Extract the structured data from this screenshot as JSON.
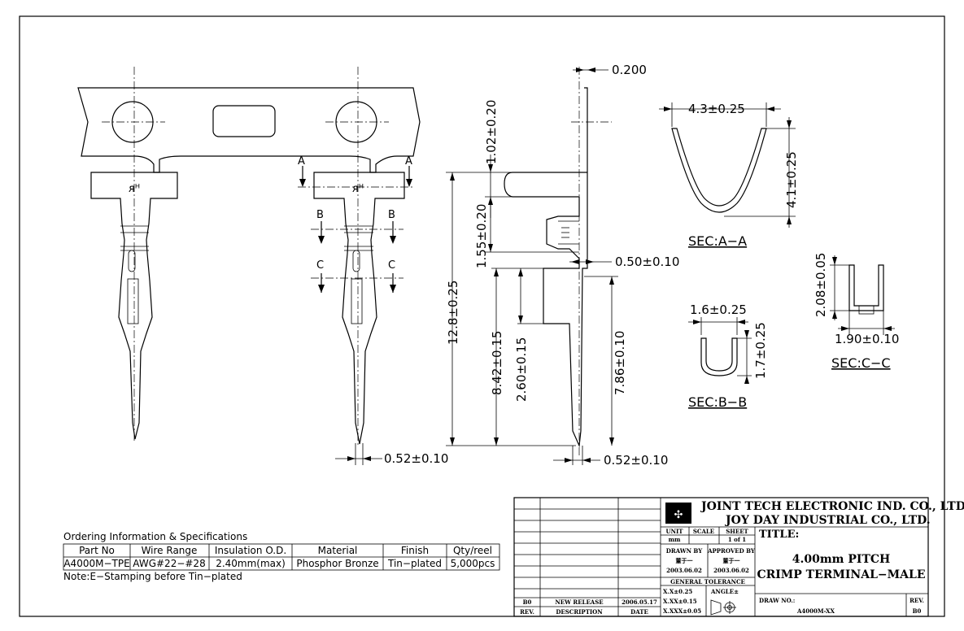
{
  "dimensions": {
    "thickness": "0.200",
    "ribbon_top": "1.02±0.20",
    "spring_gap": "1.55±0.20",
    "overall_length": "12.8±0.25",
    "mid_offset": "0.50±0.10",
    "crimp_to_tip": "8.42±0.15",
    "crimp_height": "2.60±0.15",
    "pin_length": "7.86±0.10",
    "pin_width_front": "0.52±0.10",
    "pin_width_side": "0.52±0.10"
  },
  "sections": {
    "aa": {
      "title": "SEC:A−A",
      "width": "4.3±0.25",
      "height": "4.1±0.25"
    },
    "bb": {
      "title": "SEC:B−B",
      "width": "1.6±0.25",
      "height": "1.7±0.25"
    },
    "cc": {
      "title": "SEC:C−C",
      "width": "1.90±0.10",
      "height": "2.08±0.05"
    }
  },
  "markers": {
    "a": "A",
    "b": "B",
    "c": "C",
    "stamp": "ᴙᴴ"
  },
  "ordering": {
    "heading": "Ordering Information & Specifications",
    "headers": [
      "Part No",
      "Wire Range",
      "Insulation O.D.",
      "Material",
      "Finish",
      "Qty/reel"
    ],
    "row": [
      "A4000M−TPE",
      "AWG#22−#28",
      "2.40mm(max)",
      "Phosphor Bronze",
      "Tin−plated",
      "5,000pcs"
    ],
    "note": "Note:E−Stamping before Tin−plated"
  },
  "title_block": {
    "company1": "JOINT TECH ELECTRONIC IND. CO., LTD.",
    "company2": "JOY DAY INDUSTRIAL CO., LTD.",
    "unit_label": "UNIT",
    "unit_value": "mm",
    "scale_label": "SCALE",
    "sheet_label": "SHEET",
    "sheet_value": "1 of 1",
    "title_label": "TITLE:",
    "title_line1": "4.00mm PITCH",
    "title_line2": "CRIMP TERMINAL−MALE",
    "drawn_by_label": "DRAWN BY",
    "drawn_by": "董于一",
    "drawn_date": "2003.06.02",
    "approved_by_label": "APPROVED BY",
    "approved_by": "董于一",
    "approved_date": "2003.06.02",
    "general_tolerance": "GENERAL TOLERANCE",
    "tol1": "X.X±0.25",
    "tol2": "X.XX±0.15",
    "tol3": "X.XXX±0.05",
    "angle_label": "ANGLE±",
    "drawing_no_label": "DRAW NO.:",
    "drawing_no": "A4000M-XX",
    "rev_label": "REV.",
    "rev_value": "B0",
    "rev_col": "REV.",
    "desc_col": "DESCRIPTION",
    "date_col": "DATE",
    "rev_entry": {
      "rev": "B0",
      "desc": "NEW RELEASE",
      "date": "2006.05.17"
    }
  }
}
